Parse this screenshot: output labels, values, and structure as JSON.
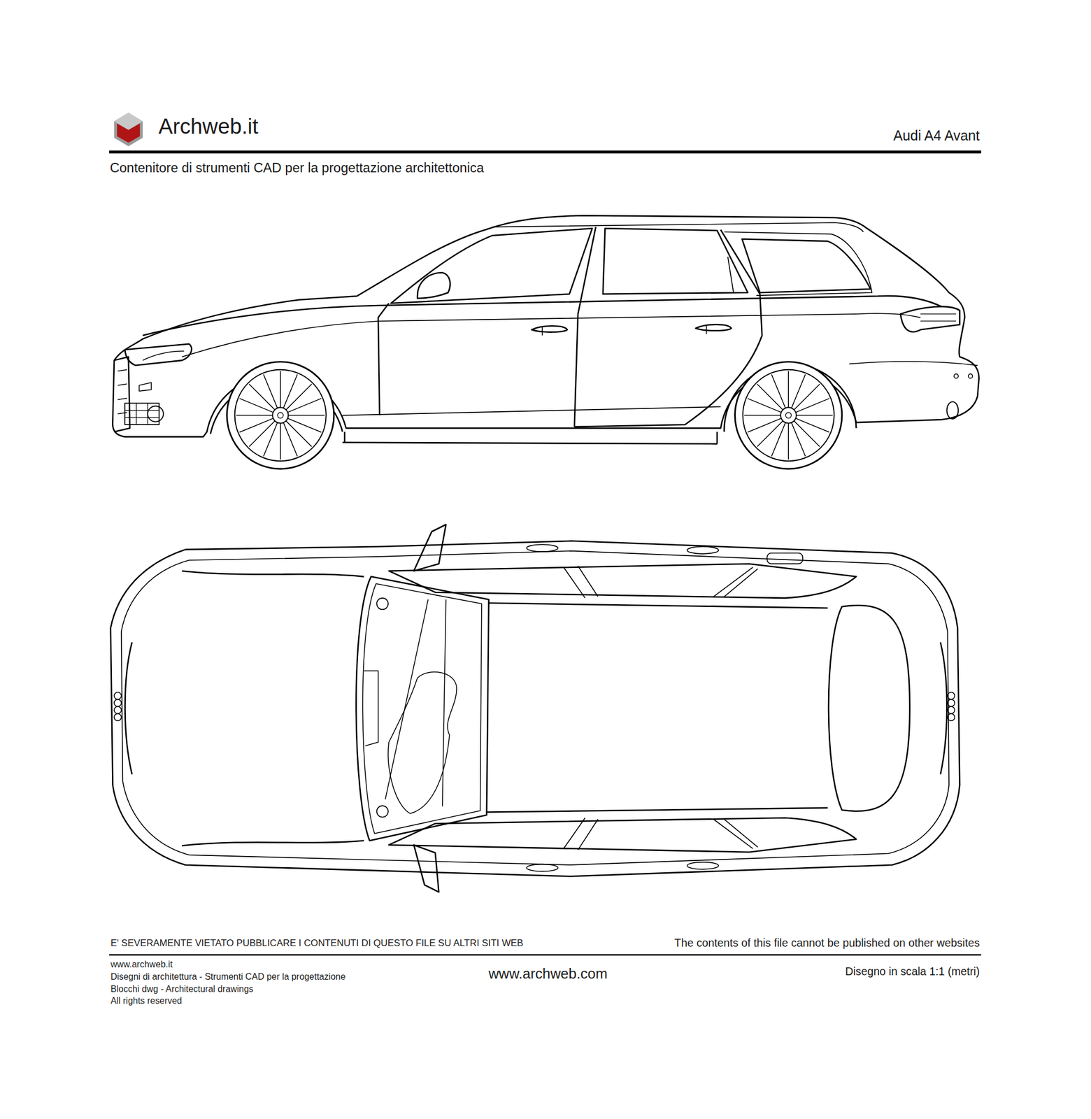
{
  "diagram": {
    "title": "Audi A4 Avant",
    "labels": [
      "Archweb.it",
      "Contenitore di strumenti CAD per la progettazione architettonica",
      "E' SEVERAMENTE VIETATO PUBBLICARE I CONTENUTI DI QUESTO FILE SU ALTRI SITI WEB",
      "The contents of this file cannot be published on other websites",
      "www.archweb.it",
      "Disegni di architettura - Strumenti CAD  per la progettazione",
      "Blocchi dwg - Architectural drawings",
      "All rights reserved",
      "www.archweb.com",
      "Disegno in scala 1:1 (metri)"
    ]
  }
}
